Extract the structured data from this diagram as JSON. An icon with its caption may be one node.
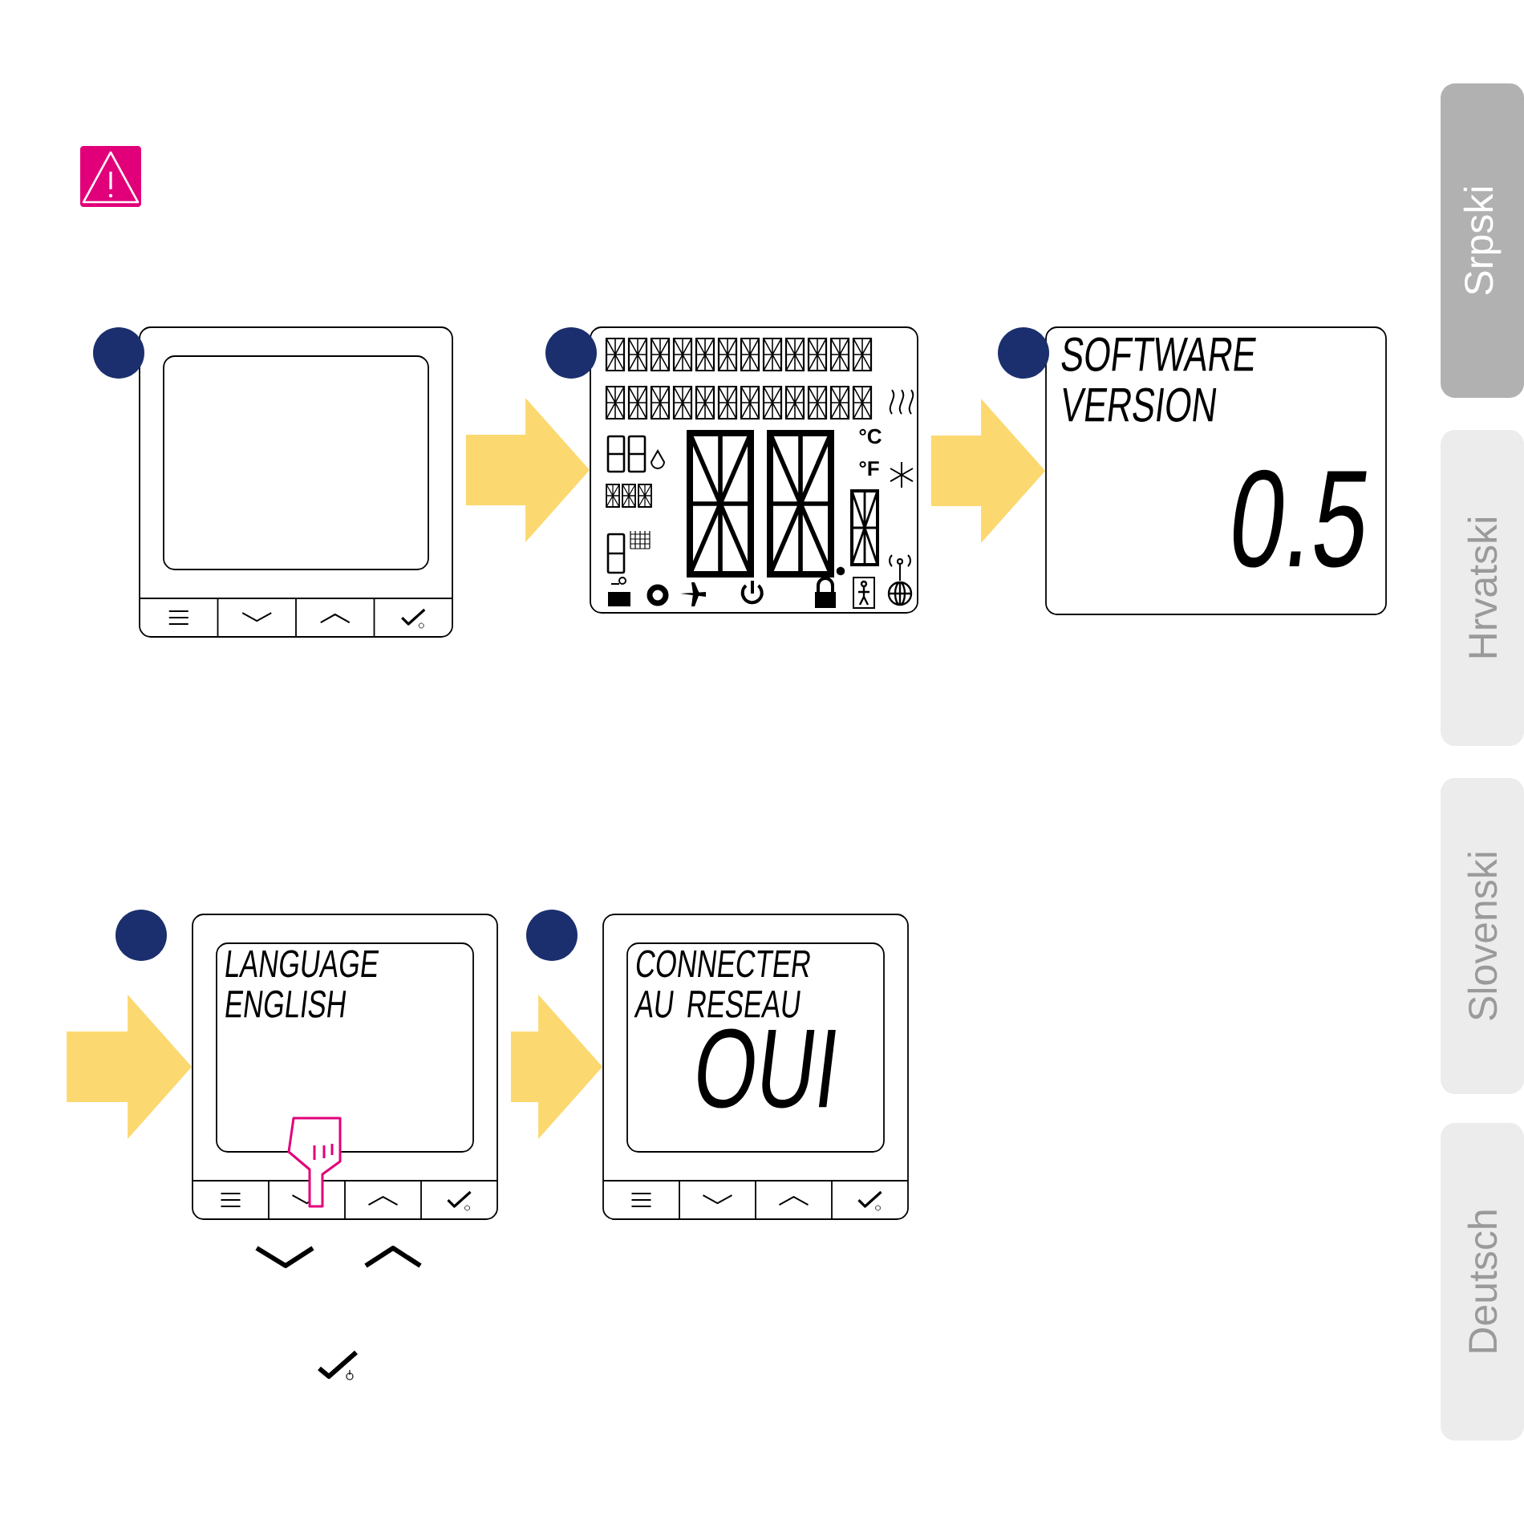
{
  "diagram": {
    "nodes": [
      {
        "text": [],
        "shape": "box"
      },
      {
        "text": [
          "°C",
          "°F"
        ]
      },
      {
        "text": [
          "SOFTWARE VERSION",
          "0.5"
        ]
      },
      {
        "text": [
          "LANGUAGE ENGLISH"
        ]
      },
      {
        "text": [
          "CONNECTER AU RESEAU",
          "OUI"
        ]
      },
      {
        "text": [
          "Srpski"
        ]
      },
      {
        "text": [
          "Hrvatski"
        ]
      },
      {
        "text": [
          "Slovenski"
        ]
      },
      {
        "text": [
          "Deutsch"
        ]
      }
    ],
    "edges": [
      {
        "from": 0,
        "to": 1,
        "arrow": "to"
      },
      {
        "from": 1,
        "to": 2,
        "arrow": "to"
      },
      {
        "from": null,
        "to": 3,
        "arrow": "to"
      },
      {
        "from": 3,
        "to": 4,
        "arrow": "to"
      }
    ]
  }
}
